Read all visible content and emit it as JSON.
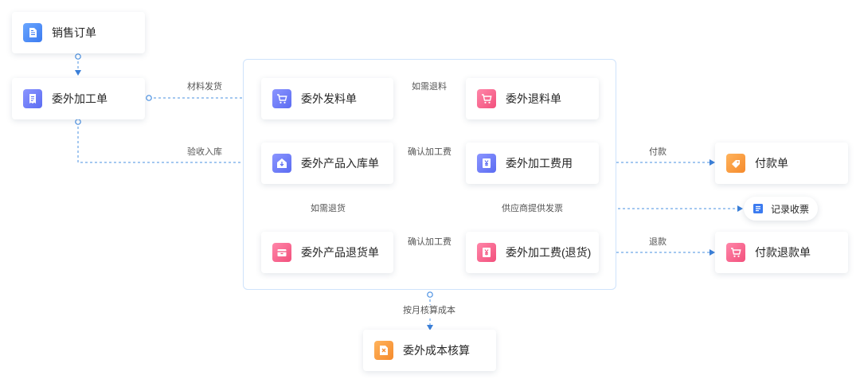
{
  "nodes": {
    "sales_order": {
      "label": "销售订单",
      "icon": "document-icon"
    },
    "outsource_order": {
      "label": "委外加工单",
      "icon": "receipt-icon"
    },
    "outsource_issue": {
      "label": "委外发料单",
      "icon": "cart-icon"
    },
    "outsource_return_material": {
      "label": "委外退料单",
      "icon": "cart-return-icon"
    },
    "outsource_receipt": {
      "label": "委外产品入库单",
      "icon": "warehouse-icon"
    },
    "processing_fee": {
      "label": "委外加工费用",
      "icon": "yen-fee-icon"
    },
    "payment": {
      "label": "付款单",
      "icon": "payment-icon"
    },
    "record_invoice": {
      "label": "记录收票",
      "icon": "invoice-list-icon"
    },
    "product_return": {
      "label": "委外产品退货单",
      "icon": "return-box-icon"
    },
    "processing_fee_return": {
      "label": "委外加工费(退货)",
      "icon": "yen-fee-icon"
    },
    "refund": {
      "label": "付款退款单",
      "icon": "cart-refund-icon"
    },
    "cost_accounting": {
      "label": "委外成本核算",
      "icon": "cost-icon"
    }
  },
  "edges": {
    "material_issue": "材料发货",
    "if_return_material": "如需退料",
    "inspection_receipt": "验收入库",
    "confirm_fee_1": "确认加工费",
    "pay": "付款",
    "if_return_goods": "如需退货",
    "supplier_invoice": "供应商提供发票",
    "confirm_fee_2": "确认加工费",
    "refund": "退款",
    "monthly_cost": "按月核算成本"
  },
  "colors": {
    "blue": "#3b7bf0",
    "indigo": "#5b6cf2",
    "pink": "#f2507c",
    "orange": "#f58a2c",
    "connector": "#4a90e2",
    "group_border": "#cfe3fb"
  }
}
